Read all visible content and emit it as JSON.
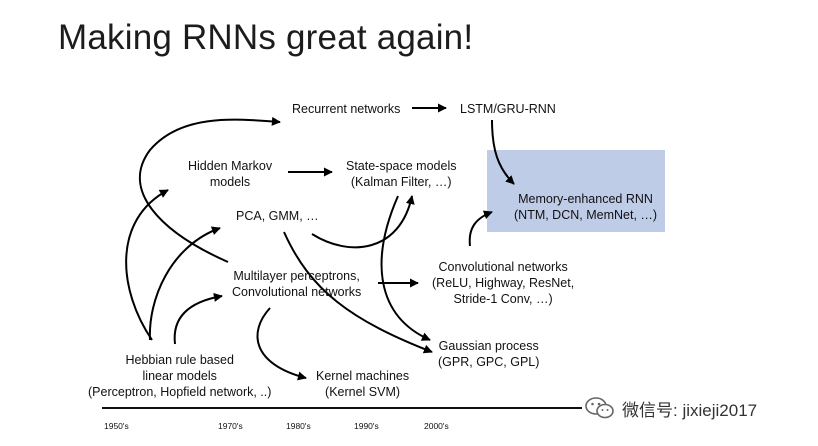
{
  "slide": {
    "title": "Making RNNs great again!"
  },
  "nodes": {
    "recurrent": [
      "Recurrent networks"
    ],
    "lstm": [
      "LSTM/GRU-RNN"
    ],
    "hmm": [
      "Hidden Markov",
      "models"
    ],
    "statespace": [
      "State-space models",
      "(Kalman Filter, …)"
    ],
    "memory": [
      "Memory-enhanced RNN",
      "(NTM, DCN, MemNet, …)"
    ],
    "pca": [
      "PCA, GMM, …"
    ],
    "mlp": [
      "Multilayer perceptrons,",
      "Convolutional networks"
    ],
    "convnets": [
      "Convolutional networks",
      "(ReLU, Highway, ResNet,",
      "Stride-1 Conv, …)"
    ],
    "gp": [
      "Gaussian process",
      "(GPR, GPC, GPL)"
    ],
    "hebbian": [
      "Hebbian rule based",
      "linear models",
      "(Perceptron, Hopfield network, ..)"
    ],
    "kernel": [
      "Kernel machines",
      "(Kernel SVM)"
    ]
  },
  "timeline": {
    "ticks": [
      "1950's",
      "1970's",
      "1980's",
      "1990's",
      "2000's"
    ]
  },
  "watermark": {
    "text": "微信号: jixieji2017",
    "icon": "wechat-icon"
  },
  "colors": {
    "highlight": "#bfcce8",
    "arrow": "#000000",
    "text": "#111111"
  }
}
